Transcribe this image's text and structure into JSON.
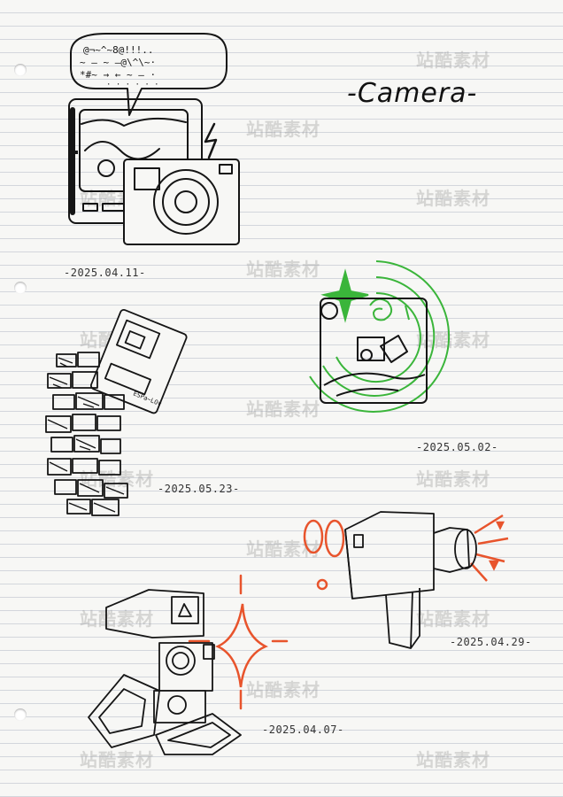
{
  "title": "-Camera-",
  "dates": {
    "d1": "-2025.04.11-",
    "d2": "-2025.05.02-",
    "d3": "-2025.05.23-",
    "d4": "-2025.04.29-",
    "d5": "-2025.04.07-"
  },
  "speech_bubble_text": {
    "line1": "@¬~^~8@!!!..",
    "line2": "~ — ~ —@\\^\\~·",
    "line3": "*#~ → ← ~ — ·",
    "line4": "· · · · · ·"
  },
  "camera_label": "ESPa~LOv",
  "watermark": "站酷素材",
  "colors": {
    "ink": "#151515",
    "green_accent": "#3ab53a",
    "red_accent": "#e8542c"
  }
}
